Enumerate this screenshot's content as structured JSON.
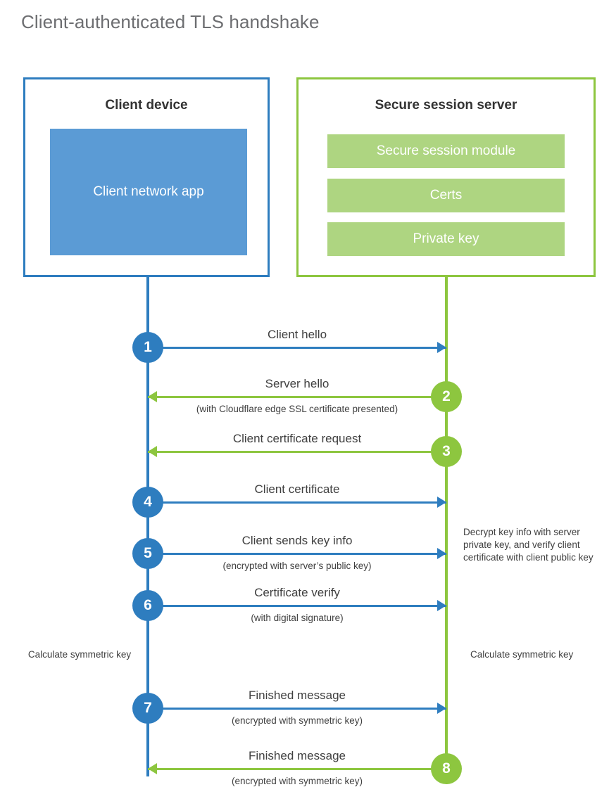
{
  "title": "Client-authenticated TLS handshake",
  "colors": {
    "client_blue": "#2e7dbf",
    "client_app_fill": "#5b9bd5",
    "server_green": "#8dc63f",
    "server_bar_fill": "#aed581",
    "title_gray": "#6d6e71",
    "text_gray": "#404040"
  },
  "parties": {
    "client": {
      "title": "Client device",
      "app_label": "Client network app"
    },
    "server": {
      "title": "Secure session server",
      "components": [
        "Secure session module",
        "Certs",
        "Private key"
      ]
    }
  },
  "steps": [
    {
      "number": "1",
      "label": "Client hello",
      "sub": "",
      "direction": "client-to-server",
      "color": "blue"
    },
    {
      "number": "2",
      "label": "Server hello",
      "sub": "(with Cloudflare edge SSL certificate presented)",
      "direction": "server-to-client",
      "color": "green"
    },
    {
      "number": "3",
      "label": "Client certificate request",
      "sub": "",
      "direction": "server-to-client",
      "color": "green"
    },
    {
      "number": "4",
      "label": "Client certificate",
      "sub": "",
      "direction": "client-to-server",
      "color": "blue"
    },
    {
      "number": "5",
      "label": "Client sends key info",
      "sub": "(encrypted with server’s public key)",
      "direction": "client-to-server",
      "color": "blue"
    },
    {
      "number": "6",
      "label": "Certificate verify",
      "sub": "(with digital signature)",
      "direction": "client-to-server",
      "color": "blue"
    },
    {
      "number": "7",
      "label": "Finished message",
      "sub": "(encrypted with symmetric key)",
      "direction": "client-to-server",
      "color": "blue"
    },
    {
      "number": "8",
      "label": "Finished message",
      "sub": "(encrypted with symmetric key)",
      "direction": "server-to-client",
      "color": "green"
    }
  ],
  "annotations": {
    "decrypt_note": "Decrypt key info with server private key, and verify client certificate with client public key",
    "calculate_client": "Calculate symmetric key",
    "calculate_server": "Calculate symmetric key"
  }
}
